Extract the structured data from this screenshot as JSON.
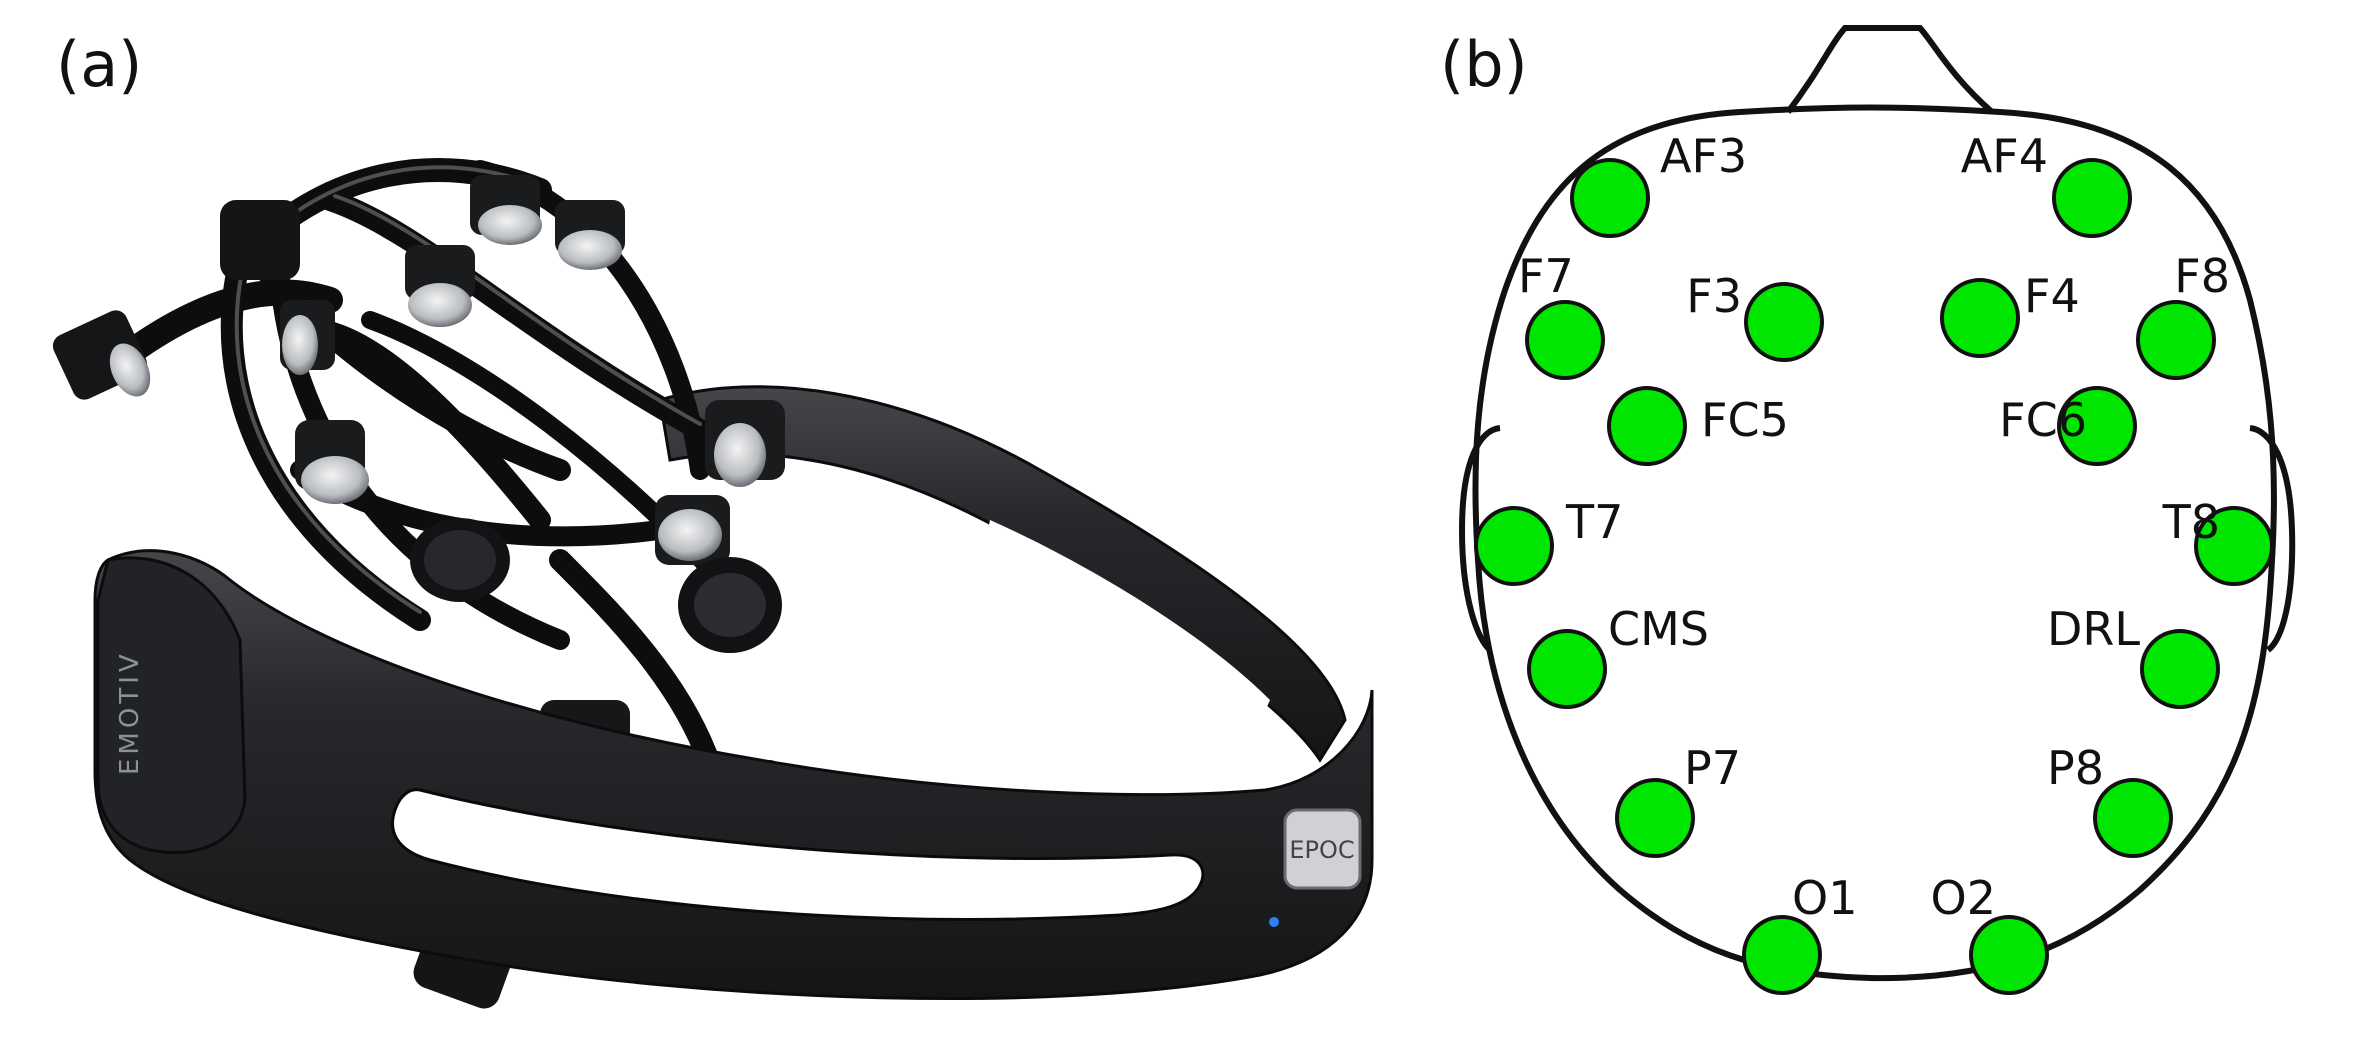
{
  "panels": {
    "a": {
      "label": "(a)",
      "brand_text": "EMOTIV",
      "badge_text": "EPOC"
    },
    "b": {
      "label": "(b)"
    }
  },
  "colors": {
    "electrode_fill": "#00e600",
    "outline": "#111111",
    "headset_body": "#1e1f21",
    "headset_highlight": "#3a3c40",
    "led": "#2a7fff"
  },
  "electrodes": [
    {
      "id": "AF3",
      "label": "AF3"
    },
    {
      "id": "AF4",
      "label": "AF4"
    },
    {
      "id": "F7",
      "label": "F7"
    },
    {
      "id": "F3",
      "label": "F3"
    },
    {
      "id": "F4",
      "label": "F4"
    },
    {
      "id": "F8",
      "label": "F8"
    },
    {
      "id": "FC5",
      "label": "FC5"
    },
    {
      "id": "FC6",
      "label": "FC6"
    },
    {
      "id": "T7",
      "label": "T7"
    },
    {
      "id": "T8",
      "label": "T8"
    },
    {
      "id": "CMS",
      "label": "CMS"
    },
    {
      "id": "DRL",
      "label": "DRL"
    },
    {
      "id": "P7",
      "label": "P7"
    },
    {
      "id": "P8",
      "label": "P8"
    },
    {
      "id": "O1",
      "label": "O1"
    },
    {
      "id": "O2",
      "label": "O2"
    }
  ]
}
